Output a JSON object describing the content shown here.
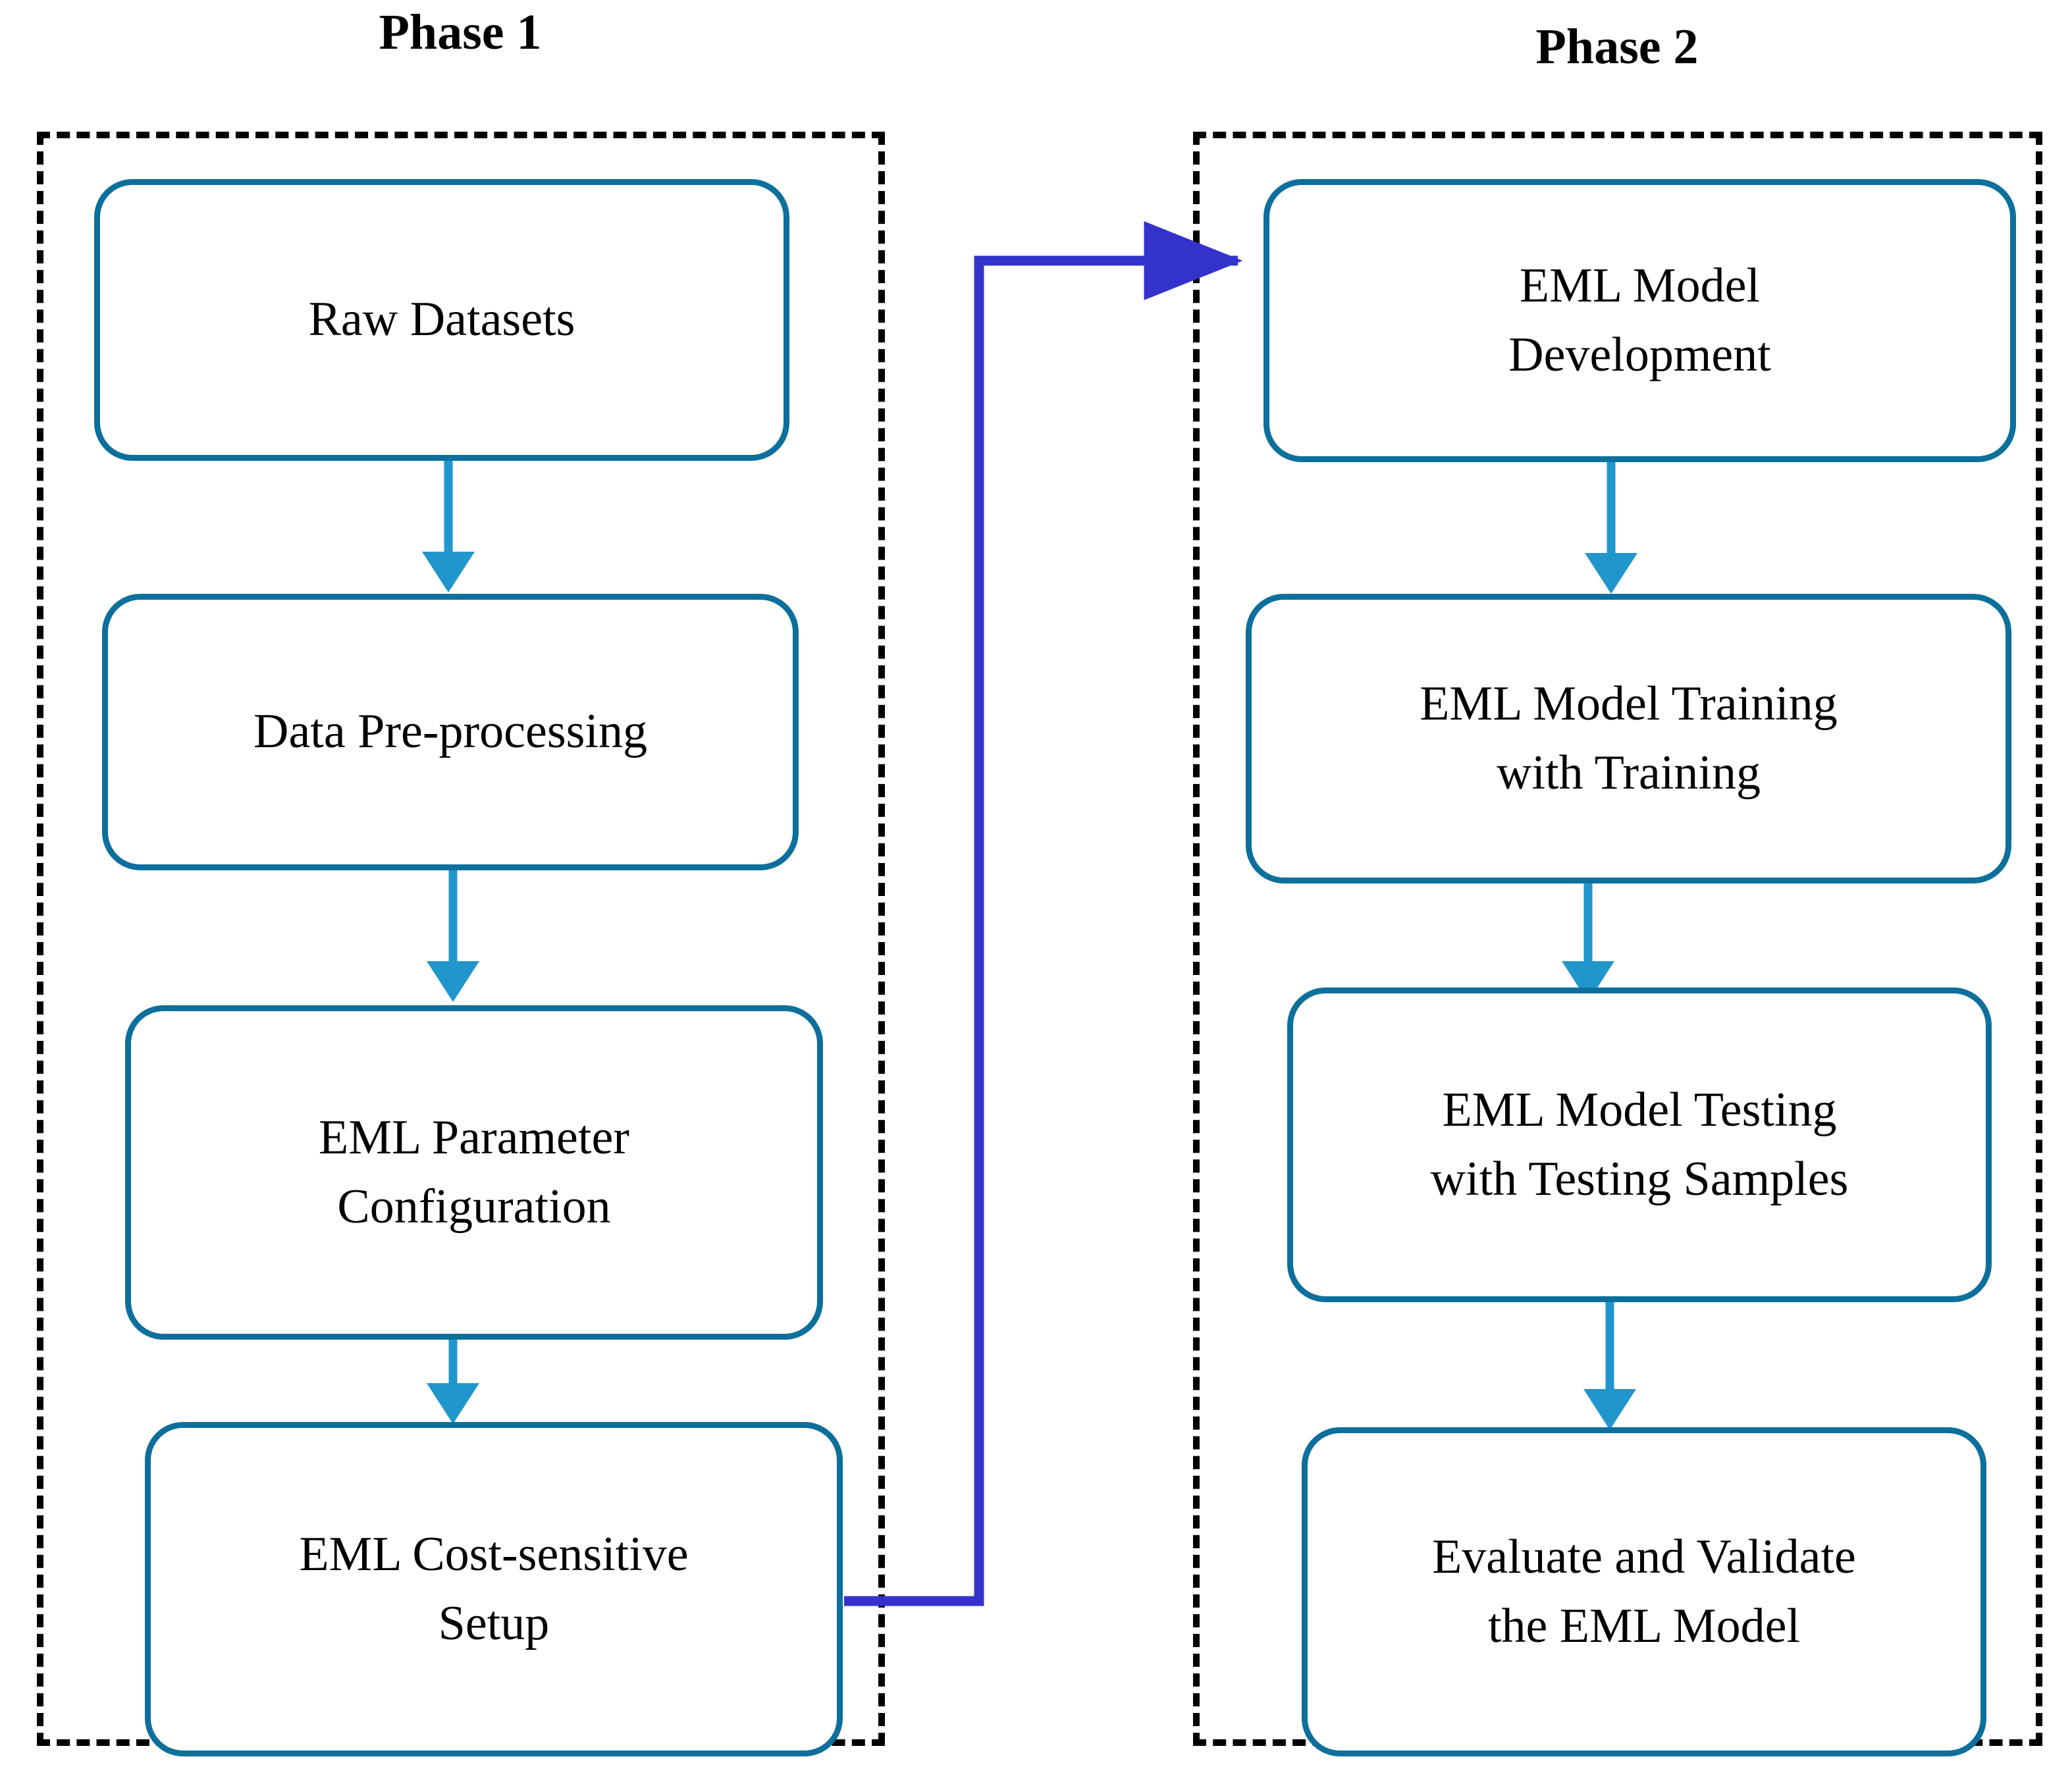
{
  "diagram": {
    "title": "EML Two-Phase Methodology Flowchart",
    "background_color": "#ffffff",
    "box_border_color": "#0d6f9c",
    "arrow_color": "#2196cd",
    "connector_color": "#3333cc",
    "container_border_color": "#000000",
    "text_color": "#000000"
  },
  "phases": [
    {
      "id": "phase-1",
      "title": "Phase 1",
      "steps": [
        {
          "id": "raw-datasets",
          "label": "Raw Datasets"
        },
        {
          "id": "data-pre-processing",
          "label": "Data Pre-processing"
        },
        {
          "id": "eml-parameter-configuration",
          "label": "EML Parameter\nConfiguration"
        },
        {
          "id": "eml-cost-sensitive-setup",
          "label": "EML Cost-sensitive\nSetup"
        }
      ]
    },
    {
      "id": "phase-2",
      "title": "Phase 2",
      "steps": [
        {
          "id": "eml-model-development",
          "label": "EML Model\nDevelopment"
        },
        {
          "id": "eml-model-training",
          "label": "EML Model Training\nwith Training"
        },
        {
          "id": "eml-model-testing",
          "label": "EML Model Testing\nwith Testing Samples"
        },
        {
          "id": "evaluate-validate",
          "label": "Evaluate and Validate\nthe EML Model"
        }
      ]
    }
  ],
  "connectors": {
    "phase1_to_phase2": {
      "from": "eml-cost-sensitive-setup",
      "to": "eml-model-development",
      "color": "#3333cc",
      "style": "orthogonal-arrow"
    }
  }
}
